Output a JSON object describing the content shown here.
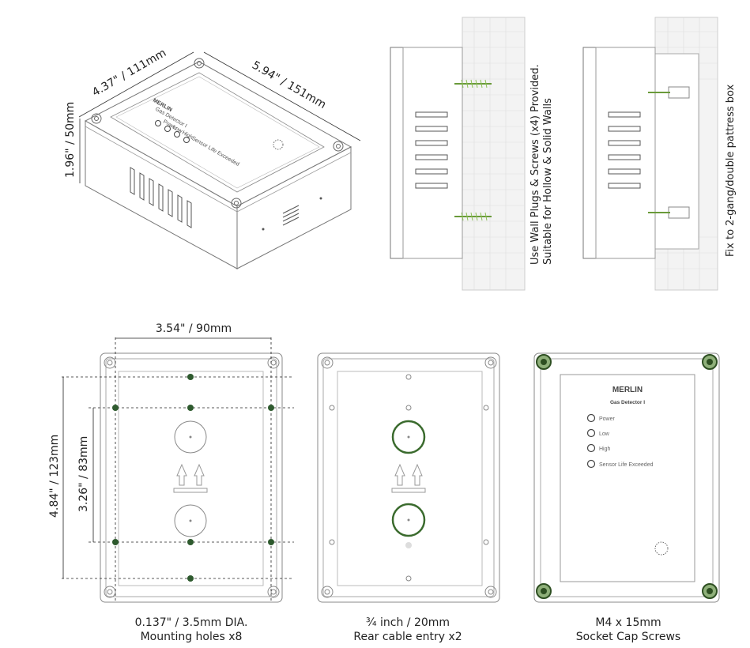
{
  "iso": {
    "dim_width": "4.37\" / 111mm",
    "dim_length": "5.94\" / 151mm",
    "dim_height": "1.96\" / 50mm",
    "brand": "MERLIN",
    "model": "Gas Detector I",
    "leds": [
      "Power",
      "Low",
      "High",
      "Sensor Life Exceeded"
    ]
  },
  "side_views": {
    "wall_text_line1": "Use Wall Plugs & Screws (x4) Provided.",
    "wall_text_line2": "Suitable for Hollow & Solid Walls",
    "pattress_text": "Fix to 2-gang/double pattress box"
  },
  "rear_mounting": {
    "dim_top": "3.54\" / 90mm",
    "dim_outer": "4.84\" / 123mm",
    "dim_inner": "3.26\" / 83mm",
    "caption_line1": "0.137\" / 3.5mm DIA.",
    "caption_line2": "Mounting holes x8",
    "hole_color": "#2e5a2e"
  },
  "rear_cable": {
    "caption_line1": "¾ inch / 20mm",
    "caption_line2": "Rear cable entry x2",
    "ring_color": "#3b6b2e"
  },
  "front": {
    "brand": "MERLIN",
    "model": "Gas Detector I",
    "leds": [
      "Power",
      "Low",
      "High",
      "Sensor Life Exceeded"
    ],
    "caption_line1": "M4 x 15mm",
    "caption_line2": "Socket Cap Screws",
    "screw_color": "#3b6b2e"
  }
}
